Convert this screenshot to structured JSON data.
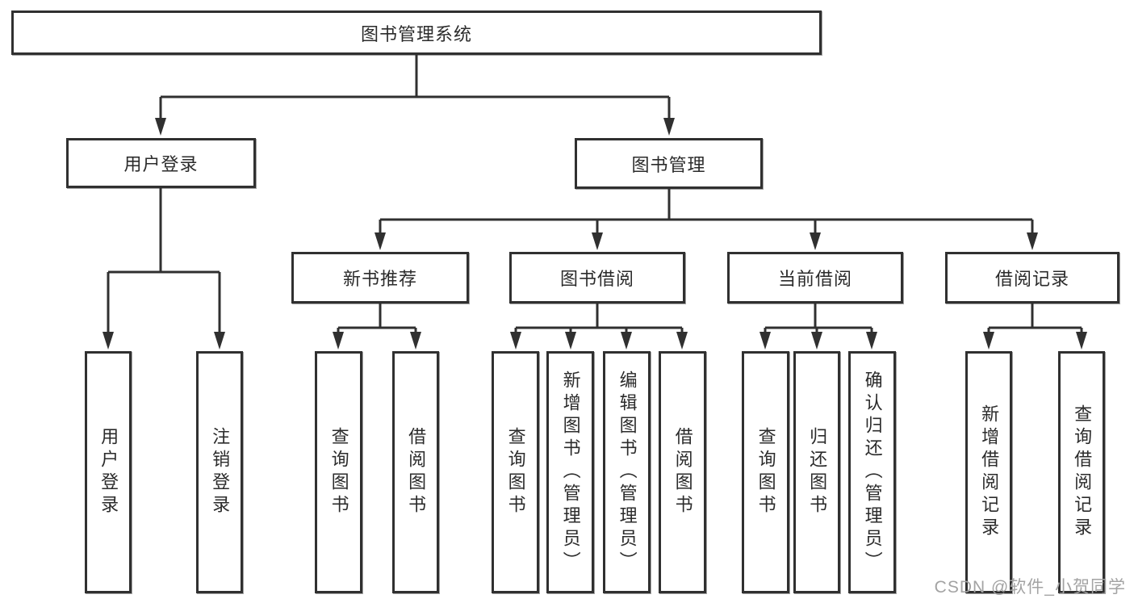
{
  "diagram_type": "feature-tree",
  "nodes": {
    "root": "图书管理系统",
    "user_login": {
      "label": "用户登录",
      "children": [
        "用户登录",
        "注销登录"
      ]
    },
    "book_mgmt": {
      "label": "图书管理"
    },
    "new_book": {
      "label": "新书推荐",
      "children": [
        "查询图书",
        "借阅图书"
      ]
    },
    "book_borrow": {
      "label": "图书借阅",
      "children": [
        "查询图书",
        "新增图书（管理员）",
        "编辑图书（管理员）",
        "借阅图书"
      ]
    },
    "current_borrow": {
      "label": "当前借阅",
      "children": [
        "查询图书",
        "归还图书",
        "确认归还（管理员）"
      ]
    },
    "borrow_record": {
      "label": "借阅记录",
      "children": [
        "新增借阅记录",
        "查询借阅记录"
      ]
    }
  },
  "colors": {
    "line": "#303030",
    "text": "#2b2b2b",
    "watermark": "#a3a3a3",
    "background": "#ffffff"
  },
  "watermark": "CSDN @软件_小贺同学"
}
